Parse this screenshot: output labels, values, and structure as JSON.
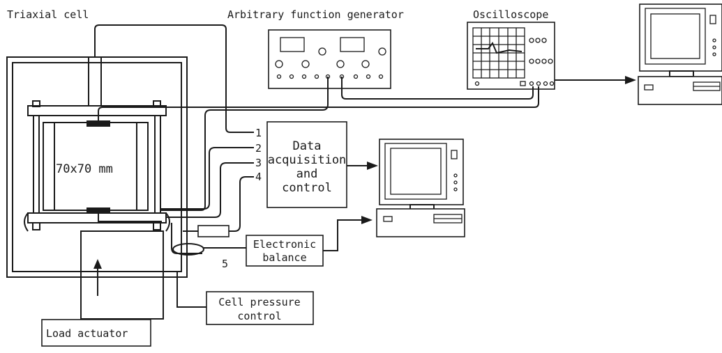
{
  "labels": {
    "triaxial_cell": "Triaxial cell",
    "function_generator": "Arbitrary function generator",
    "oscilloscope": "Oscilloscope",
    "specimen": "70x70 mm",
    "data_acq": [
      "Data",
      "acquisition",
      "and",
      "control"
    ],
    "balance": [
      "Electronic",
      "balance"
    ],
    "cell_pressure": [
      "Cell pressure",
      "control"
    ],
    "load_actuator": "Load actuator",
    "lines": [
      "1",
      "2",
      "3",
      "4",
      "5"
    ]
  }
}
